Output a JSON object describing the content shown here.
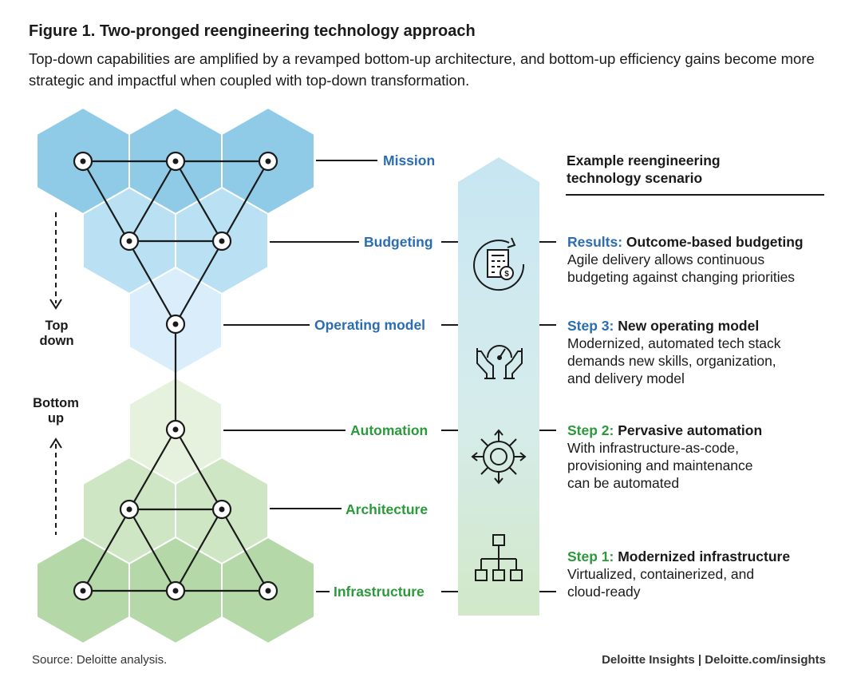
{
  "figure": {
    "title": "Figure 1. Two-pronged reengineering technology approach",
    "subtitle": "Top-down capabilities are amplified by a revamped bottom-up architecture, and bottom-up efficiency gains become more strategic and impactful when coupled with top-down transformation."
  },
  "layers": {
    "mission": "Mission",
    "budgeting": "Budgeting",
    "operating_model": "Operating model",
    "automation": "Automation",
    "architecture": "Architecture",
    "infrastructure": "Infrastructure"
  },
  "directions": {
    "top_down_1": "Top",
    "top_down_2": "down",
    "bottom_up_1": "Bottom",
    "bottom_up_2": "up"
  },
  "scenario": {
    "header_line1": "Example reengineering",
    "header_line2": "technology scenario",
    "steps": [
      {
        "tag": "Results:",
        "head": "Outcome-based budgeting",
        "line1": "Agile delivery allows continuous",
        "line2": "budgeting against changing priorities",
        "line3": "",
        "icon": "budget-cycle-icon"
      },
      {
        "tag": "Step 3:",
        "head": "New operating model",
        "line1": "Modernized, automated tech stack",
        "line2": "demands new skills, organization,",
        "line3": "and delivery model",
        "icon": "hands-gauge-icon"
      },
      {
        "tag": "Step 2:",
        "head": "Pervasive automation",
        "line1": "With infrastructure-as-code,",
        "line2": "provisioning and maintenance",
        "line3": "can be automated",
        "icon": "automation-gear-icon"
      },
      {
        "tag": "Step 1:",
        "head": "Modernized infrastructure",
        "line1": "Virtualized, containerized, and",
        "line2": "cloud-ready",
        "line3": "",
        "icon": "hierarchy-icon"
      }
    ]
  },
  "footer": {
    "source": "Source: Deloitte analysis.",
    "brand": "Deloitte Insights | Deloitte.com/insights"
  },
  "colors": {
    "blue_label": "#2a6db3",
    "green_label": "#2a9a3a",
    "hex_blue_dark": "#8fcbe6",
    "hex_blue_mid": "#b9e0f3",
    "hex_blue_light": "#d9eefa",
    "hex_green_light": "#e6f2de",
    "hex_green_mid": "#cfe6c4",
    "hex_green_dark": "#b4d8a8"
  }
}
